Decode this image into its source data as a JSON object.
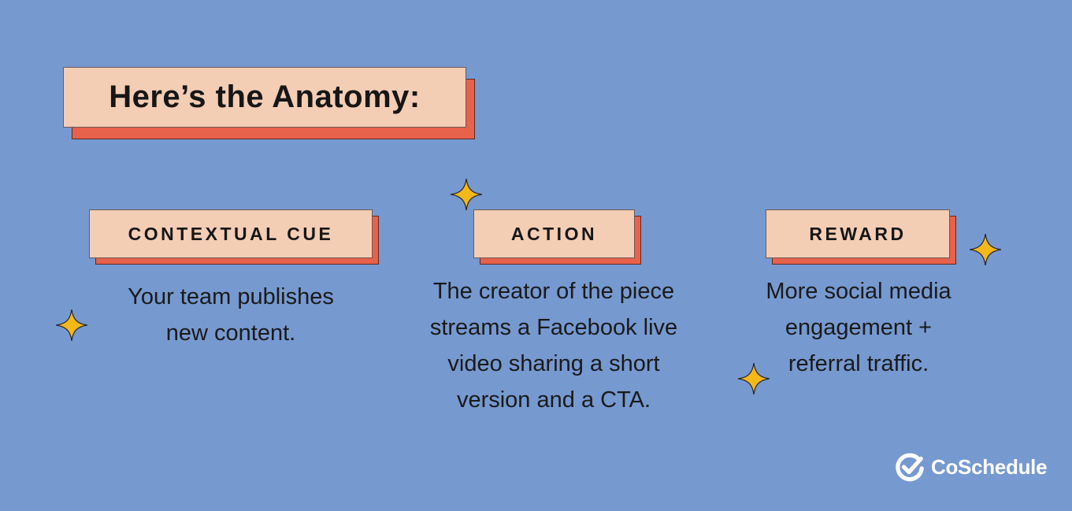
{
  "title": "Here’s the Anatomy:",
  "steps": [
    {
      "label": "CONTEXTUAL CUE",
      "description": "Your team publishes\nnew content."
    },
    {
      "label": "ACTION",
      "description": "The creator of the piece\nstreams a Facebook live\nvideo sharing a short\nversion and a CTA."
    },
    {
      "label": "REWARD",
      "description": "More social media\nengagement +\nreferral traffic."
    }
  ],
  "brand": {
    "name": "CoSchedule",
    "logo_icon": "checkmark-circle-icon"
  },
  "decorations": {
    "icon": "sparkle-icon",
    "color": "#f5b819"
  },
  "colors": {
    "background": "#7699d0",
    "card_face": "#f4cdb5",
    "card_shadow": "#e8614b"
  }
}
